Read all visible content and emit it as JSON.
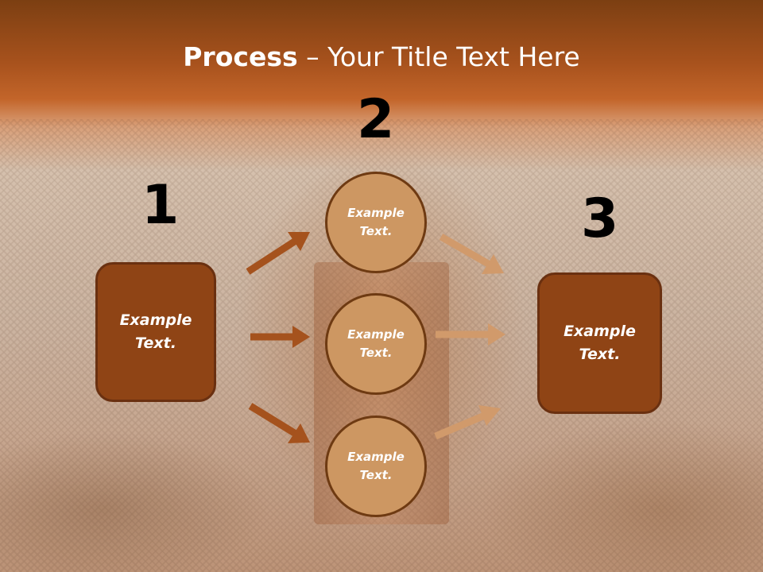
{
  "title": {
    "bold": "Process",
    "rest": " – Your Title Text Here"
  },
  "steps": {
    "one": "1",
    "two": "2",
    "three": "3"
  },
  "left_box": {
    "label": "Example Text."
  },
  "right_box": {
    "label": "Example Text."
  },
  "circles": [
    {
      "label": "Example Text."
    },
    {
      "label": "Example Text."
    },
    {
      "label": "Example Text."
    }
  ],
  "colors": {
    "dark_arrow": "#a5521d",
    "light_arrow": "#d19a6b",
    "box_fill": "#8f4415",
    "circle_fill": "#cd9762"
  }
}
